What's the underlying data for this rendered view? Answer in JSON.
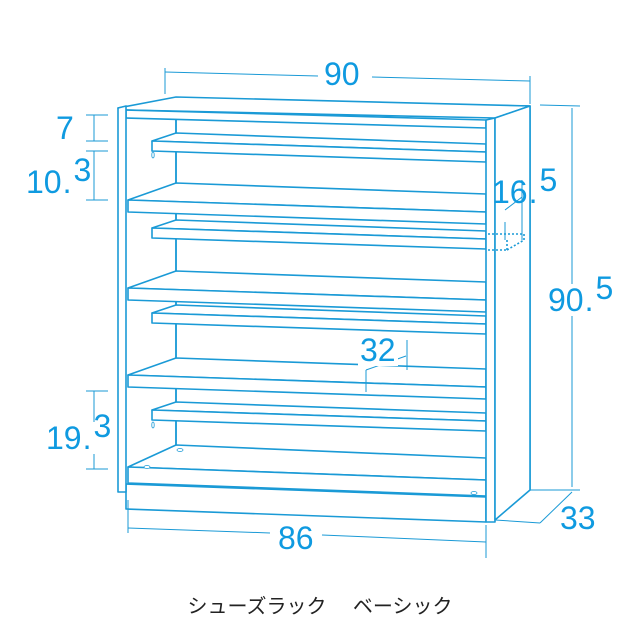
{
  "caption": "シューズラック　 ベーシック",
  "colors": {
    "line": "#1a9ad6",
    "text": "#0f9ae0"
  },
  "dimensions": {
    "width_outer": {
      "int": "90"
    },
    "width_inner": {
      "int": "86"
    },
    "height": {
      "int": "90",
      "frac": "5"
    },
    "depth": {
      "int": "33"
    },
    "top_gap": {
      "int": "7"
    },
    "shelf_gap": {
      "int": "10",
      "frac": "3"
    },
    "bottom_gap": {
      "int": "19",
      "frac": "3"
    },
    "shelf_depth": {
      "int": "32"
    },
    "side_depth": {
      "int": "16",
      "frac": "5"
    }
  }
}
